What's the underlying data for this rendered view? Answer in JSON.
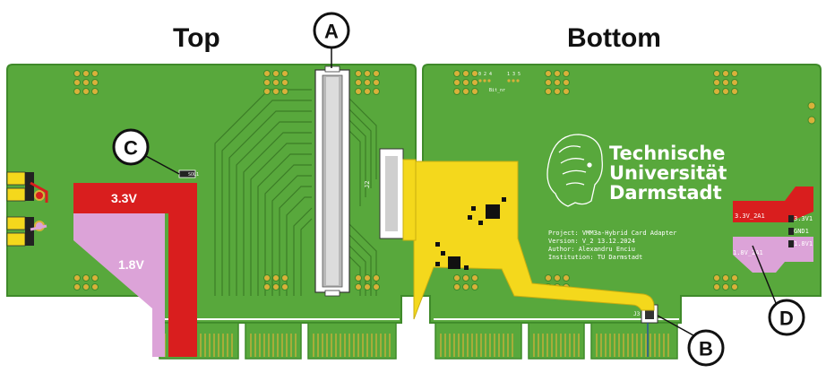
{
  "headings": {
    "top": "Top",
    "bottom": "Bottom"
  },
  "callouts": {
    "a": "A",
    "b": "B",
    "c": "C",
    "d": "D"
  },
  "rails": {
    "v33": "3.3V",
    "v18": "1.8V"
  },
  "university": {
    "line1": "Technische",
    "line2": "Universität",
    "line3": "Darmstadt"
  },
  "project_info": {
    "project": "Project: VMM3a-Hybrid Card Adapter",
    "version": "Version: V_2 13.12.2024",
    "author": "Author: Alexandru Enciu",
    "institution": "Institution: TU Darmstadt"
  },
  "silkscreen": {
    "j2": "J2",
    "j3": "J3",
    "bit_nr": "Bit_nr",
    "bit_digits_left": "0 2 4",
    "bit_digits_right": "1 3 5",
    "v33_2a1": "3.3V_2A1",
    "v33v1": "3.3V1",
    "gnd1": "GND1",
    "v18v1": "1.8V1",
    "v18_2a1": "1.8V_2A1",
    "sol1": "SOL1"
  },
  "colors": {
    "pcb_green": "#58a83c",
    "pcb_edge": "#3f8a2a",
    "trace_green": "#3c7d27",
    "rail_red": "#d91e1e",
    "rail_pink": "#dca3d8",
    "flex_yellow": "#f4d81c",
    "gold": "#d9b13a"
  }
}
